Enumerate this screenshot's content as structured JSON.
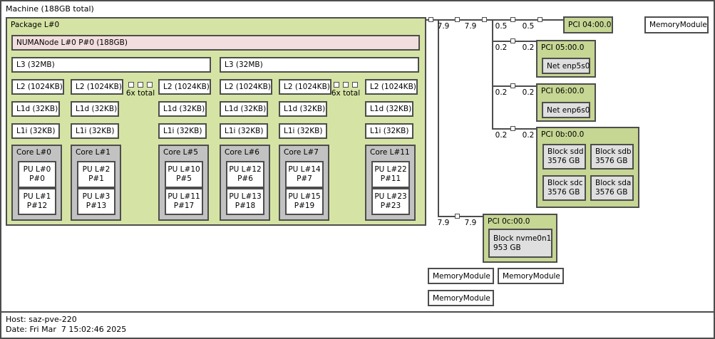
{
  "machine": {
    "label": "Machine (188GB total)"
  },
  "package": {
    "label": "Package L#0",
    "numa_label": "NUMANode L#0 P#0 (188GB)",
    "groups": [
      {
        "l3": "L3 (32MB)",
        "collapsed_label": "6x total",
        "columns": [
          {
            "l2": "L2 (1024KB)",
            "l1d": "L1d (32KB)",
            "l1i": "L1i (32KB)",
            "core": "Core L#0",
            "pus": [
              {
                "line1": "PU L#0",
                "line2": "P#0"
              },
              {
                "line1": "PU L#1",
                "line2": "P#12"
              }
            ]
          },
          {
            "l2": "L2 (1024KB)",
            "l1d": "L1d (32KB)",
            "l1i": "L1i (32KB)",
            "core": "Core L#1",
            "pus": [
              {
                "line1": "PU L#2",
                "line2": "P#1"
              },
              {
                "line1": "PU L#3",
                "line2": "P#13"
              }
            ]
          },
          {
            "l2": "L2 (1024KB)",
            "l1d": "L1d (32KB)",
            "l1i": "L1i (32KB)",
            "core": "Core L#5",
            "pus": [
              {
                "line1": "PU L#10",
                "line2": "P#5"
              },
              {
                "line1": "PU L#11",
                "line2": "P#17"
              }
            ]
          }
        ]
      },
      {
        "l3": "L3 (32MB)",
        "collapsed_label": "6x total",
        "columns": [
          {
            "l2": "L2 (1024KB)",
            "l1d": "L1d (32KB)",
            "l1i": "L1i (32KB)",
            "core": "Core L#6",
            "pus": [
              {
                "line1": "PU L#12",
                "line2": "P#6"
              },
              {
                "line1": "PU L#13",
                "line2": "P#18"
              }
            ]
          },
          {
            "l2": "L2 (1024KB)",
            "l1d": "L1d (32KB)",
            "l1i": "L1i (32KB)",
            "core": "Core L#7",
            "pus": [
              {
                "line1": "PU L#14",
                "line2": "P#7"
              },
              {
                "line1": "PU L#15",
                "line2": "P#19"
              }
            ]
          },
          {
            "l2": "L2 (1024KB)",
            "l1d": "L1d (32KB)",
            "l1i": "L1i (32KB)",
            "core": "Core L#11",
            "pus": [
              {
                "line1": "PU L#22",
                "line2": "P#11"
              },
              {
                "line1": "PU L#23",
                "line2": "P#23"
              }
            ]
          }
        ]
      }
    ]
  },
  "pci_tree": {
    "top_link_labels": [
      "7.9",
      "7.9",
      "0.5",
      "0.5"
    ],
    "branch_link_labels": [
      [
        "0.2",
        "0.2"
      ],
      [
        "0.2",
        "0.2"
      ],
      [
        "0.2",
        "0.2"
      ]
    ],
    "bottom_link_labels": [
      "7.9",
      "7.9"
    ],
    "devices": {
      "pci04": {
        "label": "PCI 04:00.0"
      },
      "pci05": {
        "label": "PCI 05:00.0",
        "net": "Net enp5s0"
      },
      "pci06": {
        "label": "PCI 06:00.0",
        "net": "Net enp6s0"
      },
      "pci0b": {
        "label": "PCI 0b:00.0",
        "blocks": [
          {
            "name": "Block sdd",
            "size": "3576 GB"
          },
          {
            "name": "Block sdb",
            "size": "3576 GB"
          },
          {
            "name": "Block sdc",
            "size": "3576 GB"
          },
          {
            "name": "Block sda",
            "size": "3576 GB"
          }
        ]
      },
      "pci0c": {
        "label": "PCI 0c:00.0",
        "block": {
          "name": "Block nvme0n1",
          "size": "953 GB"
        }
      }
    }
  },
  "memory_modules": {
    "top": "MemoryModule",
    "bottom": [
      "MemoryModule",
      "MemoryModule",
      "MemoryModule"
    ]
  },
  "legend": {
    "host": "Host: saz-pve-220",
    "date": "Date: Fri Mar  7 15:02:46 2025"
  },
  "colors": {
    "border": "#4d4d4d",
    "package_green": "#d5e4a4",
    "pci_green": "#c6d693",
    "numa_pink": "#f2dede",
    "core_gray": "#c2c2c2",
    "device_gray": "#dfdfdf"
  }
}
